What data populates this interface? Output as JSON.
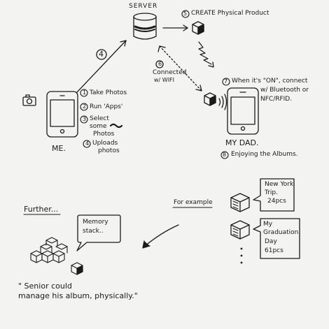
{
  "server": {
    "label": "SERVER"
  },
  "step4": {
    "number": "4"
  },
  "step5": {
    "number": "5",
    "text": "CREATE Physical Product"
  },
  "step6": {
    "number": "6",
    "line1": "Connected",
    "line2": "w/ WIFI"
  },
  "step7": {
    "number": "7",
    "line1": "When it's \"ON\", connect",
    "line2": "w/ Bluetooth or",
    "line3": "NFC/RFID."
  },
  "step8": {
    "number": "8",
    "text": "Enjoying the Albums."
  },
  "me": {
    "label": "ME.",
    "steps": [
      {
        "number": "1",
        "line1": "Take Photos"
      },
      {
        "number": "2",
        "line1": "Run 'Apps'"
      },
      {
        "number": "3",
        "line1": "Select",
        "line2": "some",
        "line3": "Photos"
      },
      {
        "number": "4",
        "line1": "Uploads",
        "line2": "photos"
      }
    ]
  },
  "dad": {
    "label": "MY DAD."
  },
  "example": {
    "label": "For example",
    "albums": [
      {
        "line1": "New York",
        "line2": "Trip.",
        "line3": "24pcs"
      },
      {
        "line1": "My",
        "line2": "Graduation",
        "line3": "Day",
        "line4": "61pcs"
      }
    ]
  },
  "further": {
    "label": "Further...",
    "bubble_line1": "Memory",
    "bubble_line2": "stack..",
    "quote_line1": "\" Senior could",
    "quote_line2": "manage his album, physically.\""
  }
}
